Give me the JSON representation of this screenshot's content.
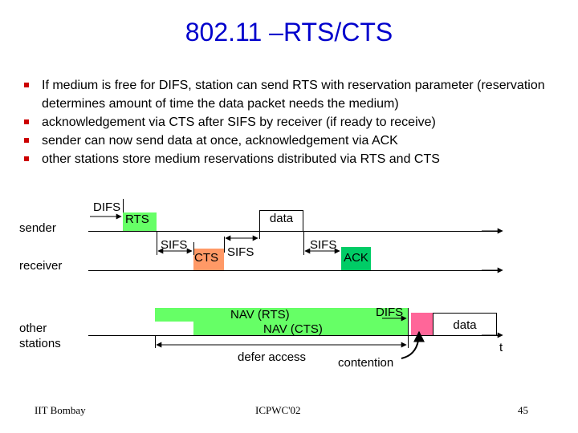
{
  "title": "802.11 –RTS/CTS",
  "bullets": [
    "If medium is free for DIFS, station can send RTS with reservation parameter (reservation determines amount of time the data packet needs the medium)",
    "acknowledgement via CTS after SIFS by receiver (if ready to receive)",
    "sender can now send data at once, acknowledgement via ACK",
    "other stations store medium reservations distributed via RTS and CTS"
  ],
  "diagram": {
    "rows": {
      "sender": "sender",
      "receiver": "receiver",
      "other_line1": "other",
      "other_line2": "stations"
    },
    "difs_1": "DIFS",
    "rts": "RTS",
    "data_1": "data",
    "sifs_1": "SIFS",
    "cts": "CTS",
    "sifs_2": "SIFS",
    "sifs_3": "SIFS",
    "ack": "ACK",
    "nav_rts": "NAV (RTS)",
    "nav_cts": "NAV (CTS)",
    "difs_2": "DIFS",
    "data_2": "data",
    "t": "t",
    "defer": "defer access",
    "contention": "contention",
    "colors": {
      "rts": "#66ff66",
      "cts": "#ff9966",
      "ack": "#00cc66",
      "nav": "#66ff66",
      "contention": "#ff6699",
      "title": "#0000cc"
    }
  },
  "footer": {
    "left": "IIT Bombay",
    "center": "ICPWC'02",
    "page": "45"
  }
}
